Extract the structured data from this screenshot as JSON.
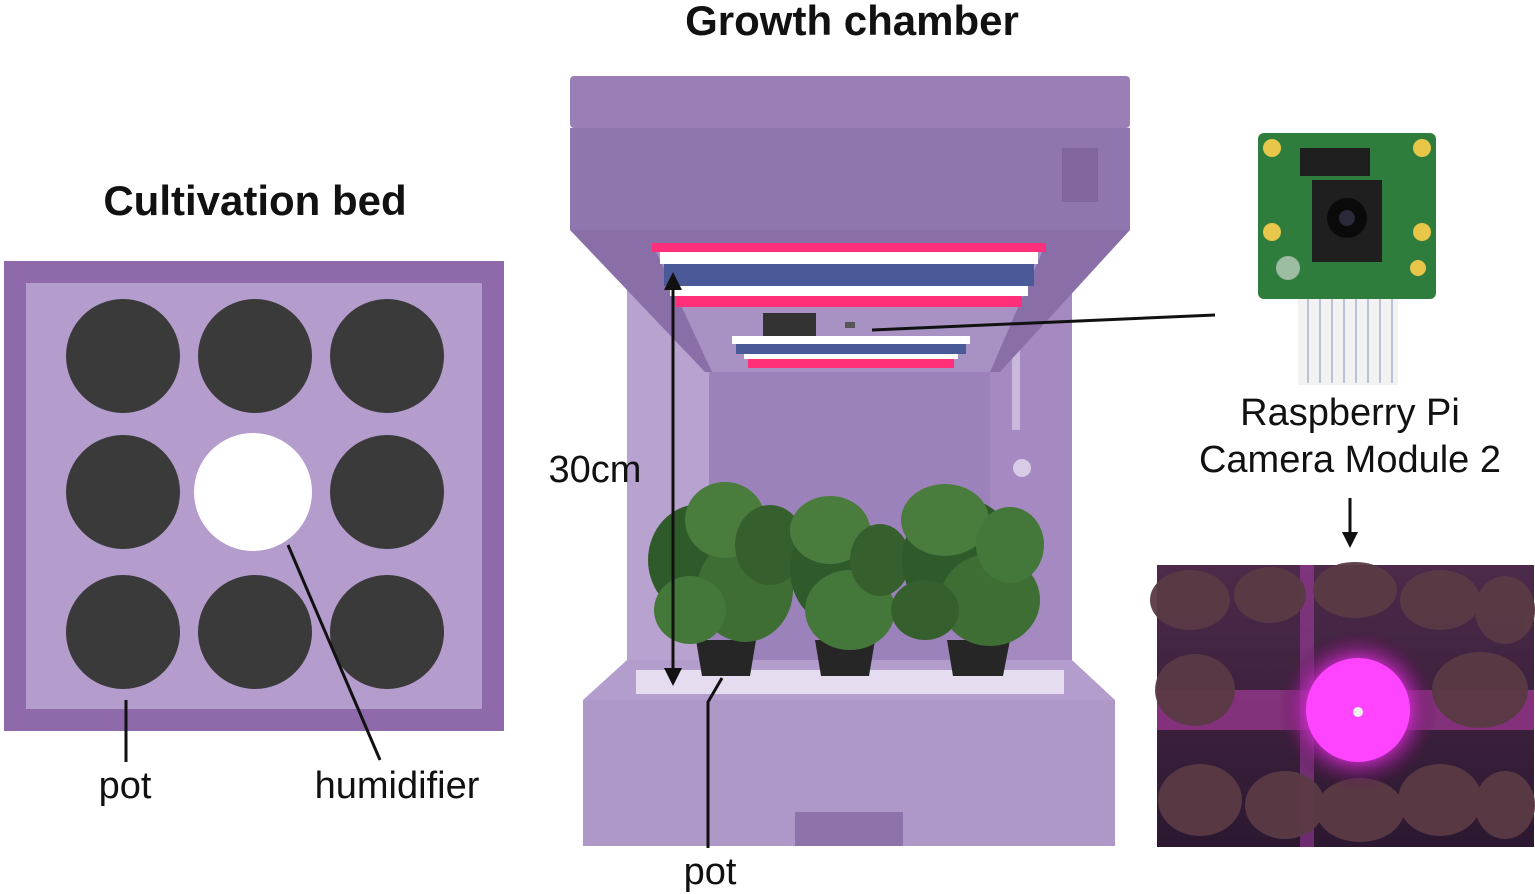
{
  "titles": {
    "cultivation_bed": "Cultivation bed",
    "growth_chamber": "Growth chamber"
  },
  "labels": {
    "bed_pot": "pot",
    "humidifier": "humidifier",
    "height": "30cm",
    "chamber_pot": "pot",
    "camera_line1": "Raspberry Pi",
    "camera_line2": "Camera Module 2"
  },
  "cultivation_bed": {
    "grid": [
      [
        "pot",
        "pot",
        "pot"
      ],
      [
        "pot",
        "humidifier",
        "pot"
      ],
      [
        "pot",
        "pot",
        "pot"
      ]
    ]
  },
  "colors": {
    "frame_purple": "#8e6aaa",
    "bed_fill": "#b49ccc",
    "pot_dark": "#3a3a3a",
    "humidifier_white": "#ffffff",
    "chamber_light": "#b6a2cc",
    "chamber_mid": "#9a80b8",
    "led_red": "#ff2f7a",
    "led_blue": "#4a5a98",
    "leaf_green": "#3e6e34",
    "pcb_green": "#2f7d3c",
    "magenta_glow": "#ff33ff"
  }
}
